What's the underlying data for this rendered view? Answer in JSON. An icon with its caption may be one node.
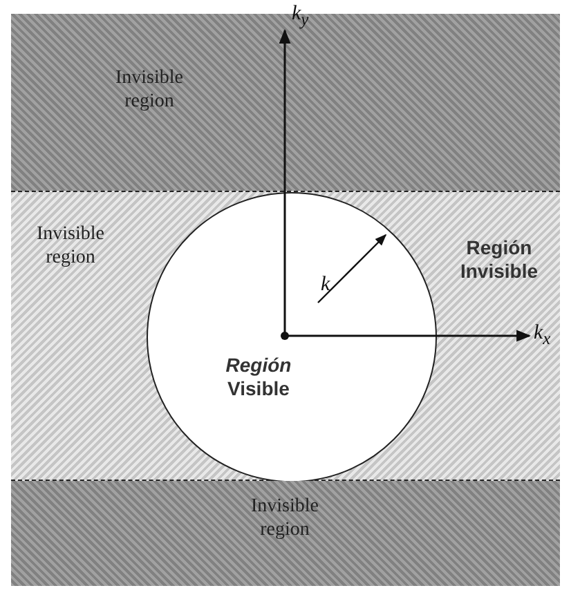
{
  "diagram": {
    "nodes": [
      {
        "text": [
          "Invisible region"
        ]
      },
      {
        "text": [
          "Invisible region",
          "Región Invisible"
        ]
      },
      {
        "text": [
          "*Región* Visible"
        ],
        "in": 1
      },
      {
        "text": [
          "Invisible region"
        ]
      }
    ],
    "labels": [
      "k$_{y}$",
      "k",
      "k$_{x}$"
    ]
  }
}
